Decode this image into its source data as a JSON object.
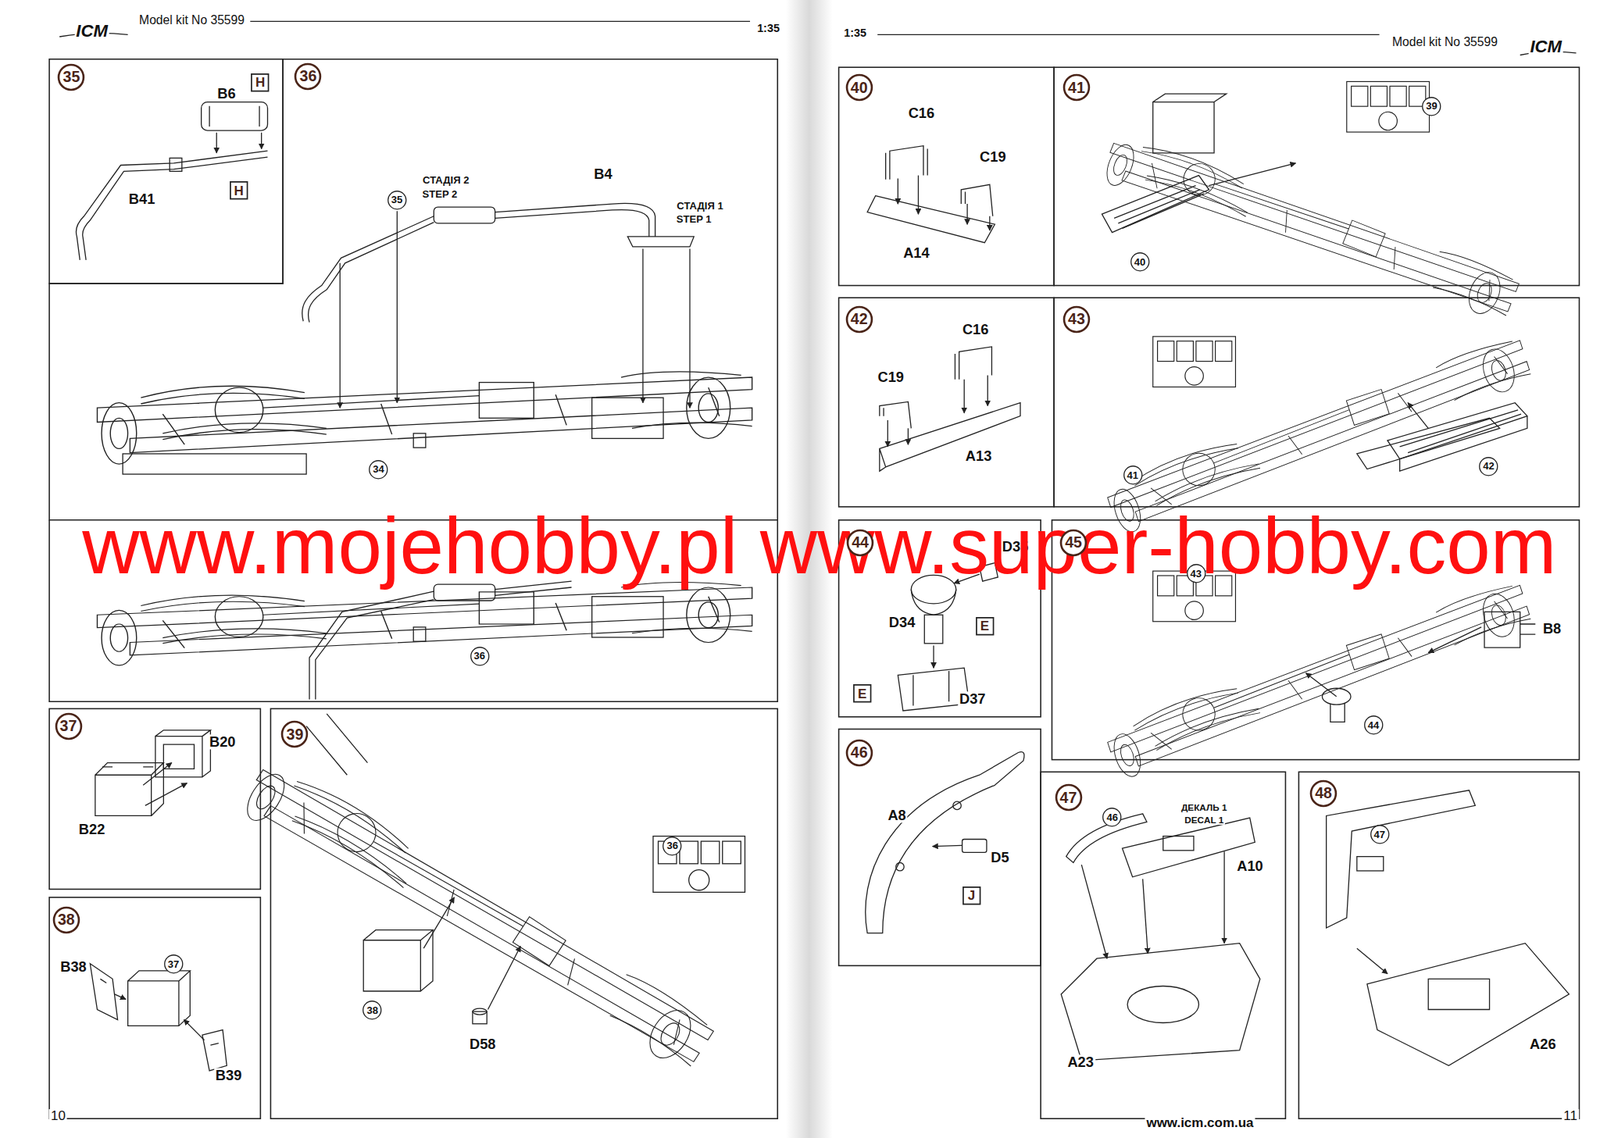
{
  "diagram": {
    "nodes": [
      {
        "text": [
          "35"
        ]
      },
      {
        "text": [
          "36"
        ]
      },
      {
        "text": [
          "H"
        ]
      },
      {
        "text": [
          "H"
        ]
      },
      {
        "text": [
          "35"
        ]
      },
      {
        "text": [
          "34"
        ]
      },
      {
        "text": [
          "36"
        ]
      },
      {
        "text": [
          "37"
        ]
      },
      {
        "text": [
          "39"
        ]
      },
      {
        "text": [
          "36"
        ]
      },
      {
        "text": [
          "38"
        ]
      },
      {
        "text": [
          "37"
        ]
      },
      {
        "text": [
          "38"
        ]
      },
      {
        "text": [
          "40"
        ]
      },
      {
        "text": [
          "41"
        ]
      },
      {
        "text": [
          "39"
        ]
      },
      {
        "text": [
          "40"
        ]
      },
      {
        "text": [
          "42"
        ]
      },
      {
        "text": [
          "43"
        ]
      },
      {
        "text": [
          "41"
        ]
      },
      {
        "text": [
          "42"
        ]
      },
      {
        "text": [
          "44"
        ]
      },
      {
        "text": [
          "45"
        ]
      },
      {
        "text": [
          "43"
        ]
      },
      {
        "text": [
          "E"
        ]
      },
      {
        "text": [
          "E"
        ]
      },
      {
        "text": [
          "44"
        ]
      },
      {
        "text": [
          "46"
        ]
      },
      {
        "text": [
          "J"
        ]
      },
      {
        "text": [
          "47"
        ]
      },
      {
        "text": [
          "46"
        ]
      },
      {
        "text": [
          "48"
        ]
      },
      {
        "text": [
          "47"
        ]
      }
    ],
    "labels": [
      "ICM",
      "Model kit No 35599",
      "1:35",
      "B6",
      "B41",
      "СТАДІЯ 2",
      "STEP 2",
      "B4",
      "СТАДІЯ 1",
      "STEP 1",
      "B20",
      "B22",
      "B38",
      "B39",
      "D58",
      "10",
      "1:35",
      "Model kit No 35599",
      "ICM",
      "C16",
      "C19",
      "A14",
      "C16",
      "C19",
      "A13",
      "D35",
      "D34",
      "D37",
      "B8",
      "A8",
      "D5",
      "ДЕКАЛЬ 1",
      "DECAL 1",
      "A10",
      "A23",
      "A26",
      "11",
      "www.icm.com.ua",
      "www.mojehobby.pl www.super-hobby.com"
    ]
  }
}
